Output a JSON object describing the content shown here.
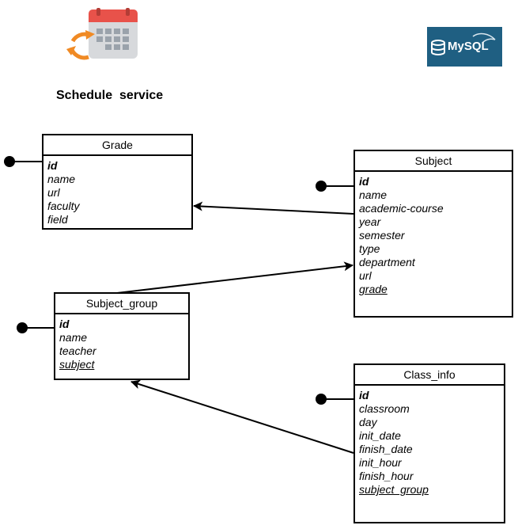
{
  "title": "Schedule  service",
  "logos": {
    "mysql_text": "MySQL",
    "calendar_icon": "calendar-sync-icon"
  },
  "colors": {
    "calendar_red": "#e8524a",
    "sync_orange": "#f08a24",
    "mysql_blue": "#1f5f82"
  },
  "entities": {
    "grade": {
      "name": "Grade",
      "fields": [
        "id",
        "name",
        "url",
        "faculty",
        "field"
      ]
    },
    "subject": {
      "name": "Subject",
      "fields": [
        "id",
        "name",
        "academic-course",
        "year",
        "semester",
        "type",
        "department",
        "url",
        "grade"
      ]
    },
    "subject_group": {
      "name": "Subject_group",
      "fields": [
        "id",
        "name",
        "teacher",
        "subject"
      ]
    },
    "class_info": {
      "name": "Class_info",
      "fields": [
        "id",
        "classroom",
        "day",
        "init_date",
        "finish_date",
        "init_hour",
        "finish_hour",
        "subject_group"
      ]
    }
  }
}
